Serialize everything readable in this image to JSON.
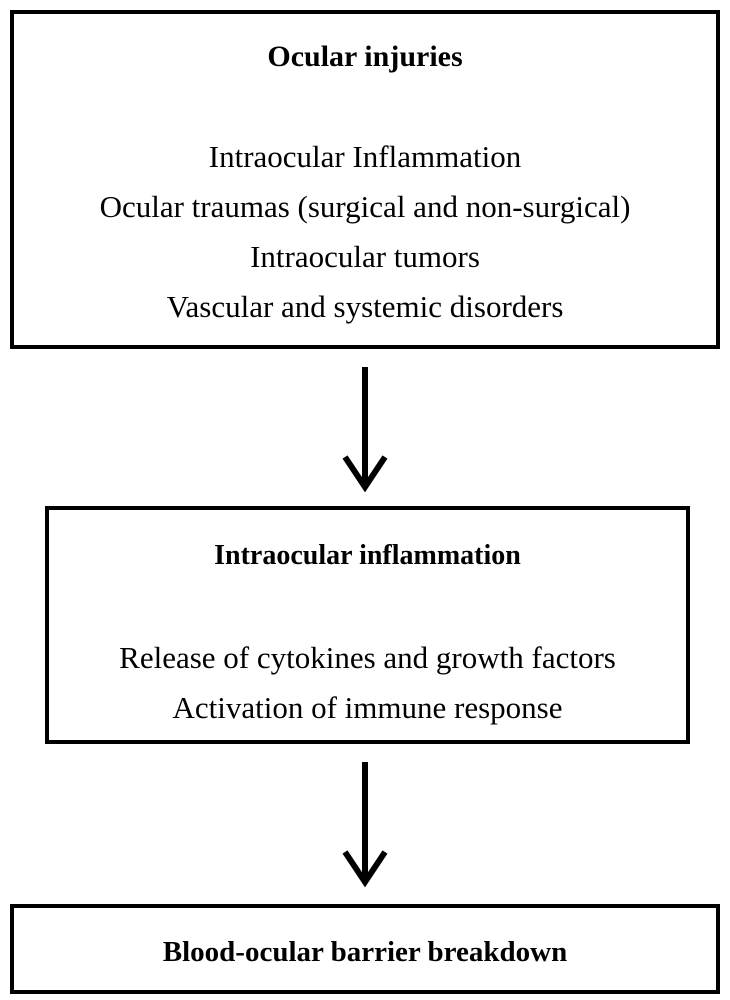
{
  "boxes": [
    {
      "title": "Ocular injuries",
      "items": [
        "Intraocular Inflammation",
        "Ocular traumas (surgical and non-surgical)",
        "Intraocular tumors",
        "Vascular and systemic disorders"
      ]
    },
    {
      "title": "Intraocular inflammation",
      "items": [
        "Release of cytokines and growth factors",
        "Activation of immune response"
      ]
    },
    {
      "title": "Blood-ocular barrier breakdown",
      "items": []
    }
  ],
  "colors": {
    "stroke": "#000000",
    "background": "#ffffff"
  }
}
